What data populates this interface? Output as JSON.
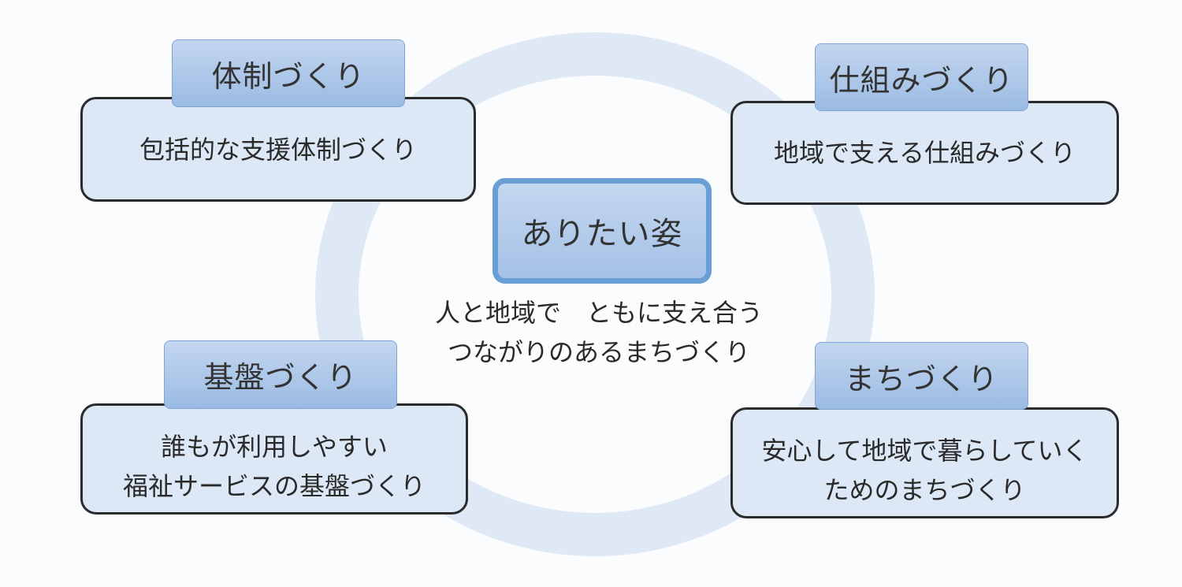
{
  "center": {
    "title": "ありたい姿",
    "lines": [
      "人と地域で　ともに支え合う",
      "つながりのあるまちづくり"
    ]
  },
  "nodes": {
    "top_left": {
      "tab": "体制づくり",
      "lines": [
        "包括的な支援体制づくり"
      ]
    },
    "top_right": {
      "tab": "仕組みづくり",
      "lines": [
        "地域で支える仕組みづくり"
      ]
    },
    "bottom_left": {
      "tab": "基盤づくり",
      "lines": [
        "誰もが利用しやすい",
        "福祉サービスの基盤づくり"
      ]
    },
    "bottom_right": {
      "tab": "まちづくり",
      "lines": [
        "安心して地域で暮らしていく",
        "ためのまちづくり"
      ]
    }
  },
  "colors": {
    "ring": "#dfe8f5",
    "box_fill": "#dde8f6",
    "box_border": "#2b2b2b",
    "tab_fill_top": "#c3d6ef",
    "tab_fill_bottom": "#9bbbe3",
    "center_border": "#6a9fd5"
  }
}
